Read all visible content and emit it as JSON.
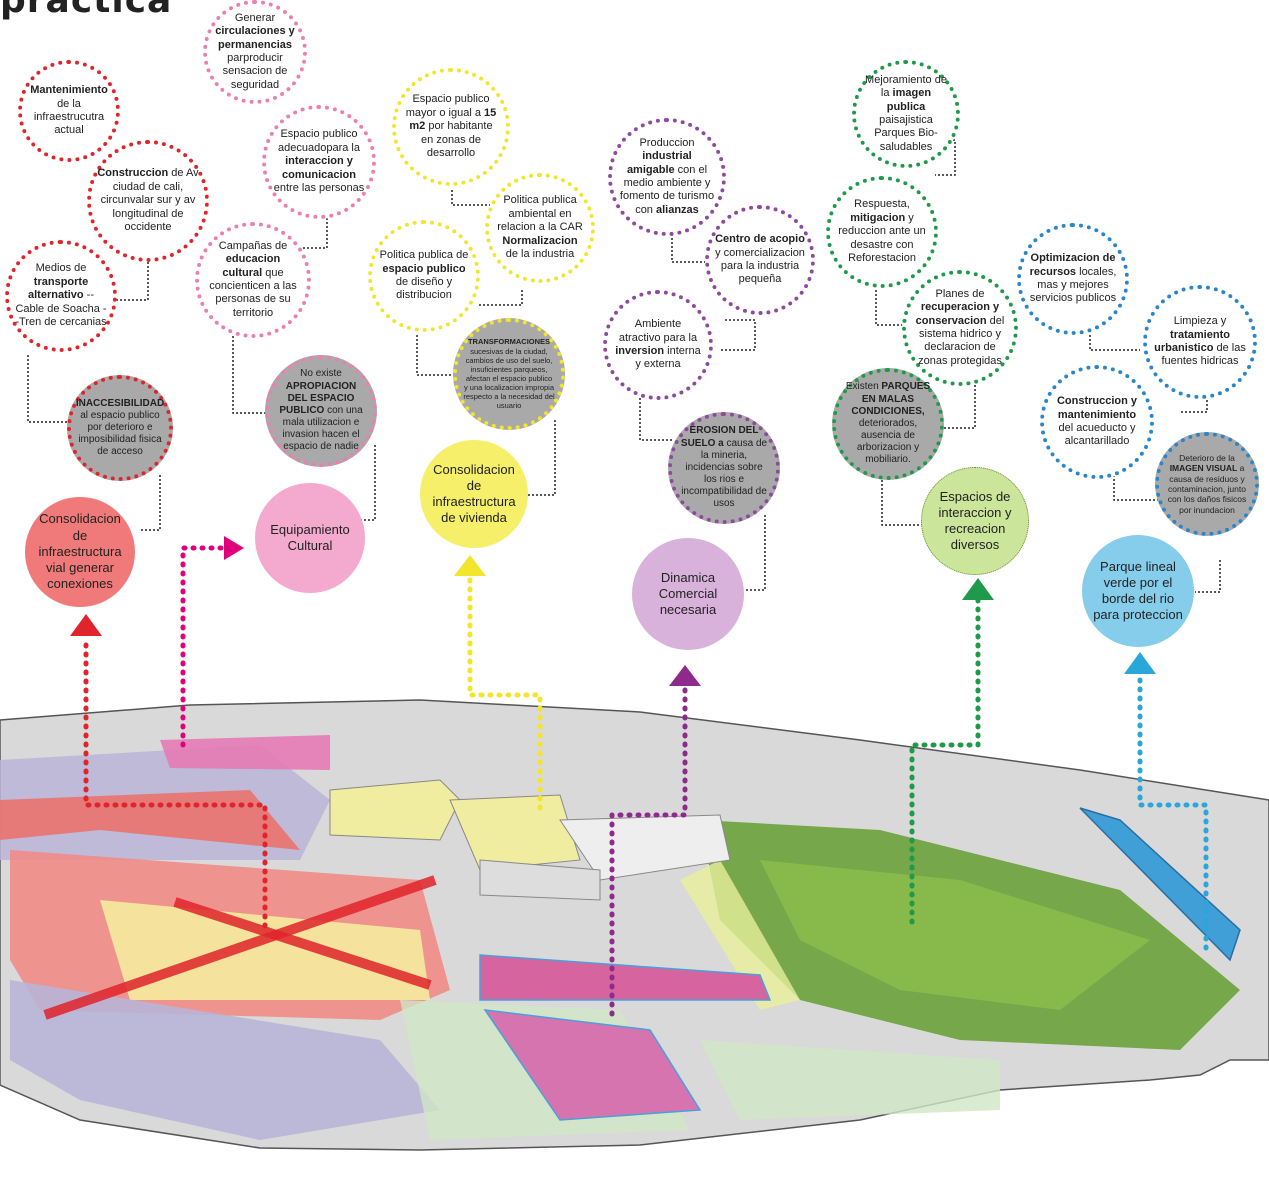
{
  "title": "practica",
  "colors": {
    "red": "#e0242b",
    "pink": "#e2007a",
    "yellow": "#f3e52b",
    "purple": "#8e2a8c",
    "green": "#1f9a4a",
    "blue": "#2aa6d8"
  },
  "columns": {
    "red": {
      "n1": "<b>Mantenimiento</b> de la infraestrucutra actual",
      "n2": "<b>Construccion</b> de Av ciudad de cali, circunvalar sur y av longitudinal de occidente",
      "n3": "Medios de <b>transporte alternativo</b> --Cable de Soacha --Tren de cercanias",
      "problem": "<b>INACCESIBILIDAD</b> al espacio publico por deterioro e imposibilidad fisica de acceso",
      "outcome": "Consolidacion de infraestructura vial generar conexiones"
    },
    "pink": {
      "n1": "Generar <b>circulaciones y permanencias</b> parproducir sensacion de seguridad",
      "n2": "Espacio publico adecuadopara la <b>interaccion y comunicacion</b> entre las personas",
      "n3": "Campañas de <b>educacion cultural</b> que concienticen a las personas de su territorio",
      "problem": "No existe <b>APROPIACION DEL ESPACIO PUBLICO</b> con una mala utilizacion e invasion hacen el espacio de nadie",
      "outcome": "Equipamiento Cultural"
    },
    "yellow": {
      "n1": "Espacio publico mayor o igual a <b>15 m2</b> por habitante en zonas de desarrollo",
      "n2": "Politica publica ambiental en relacion a la CAR <b>Normalizacion</b> de la industria",
      "n3": "Politica publica de <b>espacio publico</b> de diseño y distribucion",
      "problem": "<b>TRANSFORMACIONES</b> sucesivas de la ciudad, cambios de uso del suelo, insuficientes parqueos, afectan el espacio publico y una localizacion impropia respecto a la necesidad del usuario",
      "outcome": "Consolidacion de infraestructura de vivienda"
    },
    "purple": {
      "n1": "Produccion <b>industrial amigable</b> con el medio ambiente y fomento de turismo con <b>alianzas</b>",
      "n2": "<b>Centro de acopio</b> y comercializacion para la industria pequeña",
      "n3": "Ambiente atractivo para la <b>inversion</b> interna y externa",
      "problem": "<b>EROSION DEL SUELO a</b> causa de la mineria, incidencias sobre los rios e incompatibilidad de usos",
      "outcome": "Dinamica Comercial necesaria"
    },
    "green": {
      "n1": "Mejoramiento de la <b>imagen publica</b> paisajistica Parques Bio-saludables",
      "n2": "Respuesta, <b>mitigacion</b> y reduccion ante un desastre con Reforestacion",
      "n3": "Planes de <b>recuperacion y conservacion</b> del sistema hidrico y declaracion de zonas protegidas",
      "problem": "Existen <b>PARQUES EN MALAS CONDICIONES,</b> deteriorados, ausencia de arborizacion y mobiliario.",
      "outcome": "Espacios de interaccion y recreacion diversos"
    },
    "blue": {
      "n1": "<b>Optimizacion de recursos</b> locales, mas y mejores servicios publicos",
      "n2": "Limpieza y <b>tratamiento urbanistico</b> de las fuentes hidricas",
      "n3": "<b>Construccion y mantenimiento</b> del acueducto y alcantarillado",
      "problem": "Deterioro de la <b>IMAGEN VISUAL</b> a causa de residuos y contaminacion, junto con los daños fisicos por inundacion",
      "outcome": "Parque lineal verde por el borde del rio para proteccion"
    }
  }
}
